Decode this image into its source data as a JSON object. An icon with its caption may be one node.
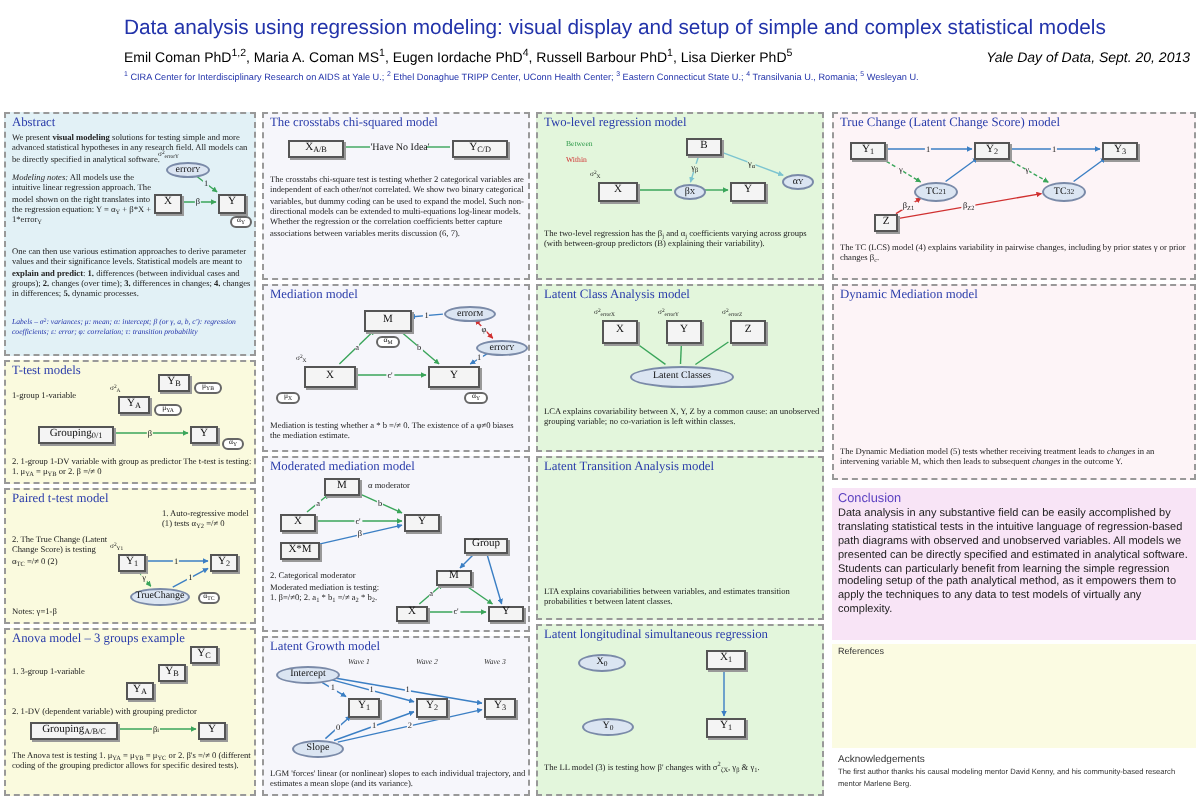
{
  "diagram": {
    "title": "Data analysis using regression modeling: visual display and setup of simple and complex statistical models",
    "nodes": [
      {
        "text": [
          "Abstract",
          "We present **visual modeling** solutions for testing simple and more advanced statistical hypotheses in any research field. All models can be directly specified in analytical software.",
          "*Modeling notes:* All models use the intuitive linear regression approach. The model shown on the right translates into the regression equation: Y = α$_{Y}$ + β*X + 1*error$_{Y}$",
          "One can then use various estimation approaches to derive parameter values and their significance levels. Statistical models are meant to **explain and predict**: **1.** differences (between individual cases and groups); **2.** changes (over time); **3.** differences in changes; **4.** changes in differences; **5.** dynamic processes.",
          "Labels – σ$^{2}$: variances; μ: mean; α: intercept; β (or γ, a, b, c'): regression coefficients; ε: error; φ: correlation; τ: transition probability"
        ]
      },
      {
        "text": [
          "X"
        ],
        "in": 0
      },
      {
        "text": [
          "Y"
        ],
        "in": 0
      },
      {
        "text": [
          "error$_{Y}$"
        ],
        "in": 0,
        "beside": [
          "σ$^{2}$$_{errorY}$"
        ]
      },
      {
        "text": [
          "α$_{Y}$"
        ],
        "in": 0
      },
      {
        "text": [
          "T-test models",
          "1-group 1-variable",
          "2. 1-group 1-DV variable with group as predictor The t-test is testing: 1. μ$_{YA}$ = μ$_{YB}$ or 2. β =/≠ 0"
        ]
      },
      {
        "text": [
          "Y$_{B}$"
        ],
        "in": 5
      },
      {
        "text": [
          "μ$_{YB}$"
        ],
        "in": 5
      },
      {
        "text": [
          "Y$_{A}$"
        ],
        "in": 5,
        "beside": [
          "σ$^{2}$$_{A}$"
        ]
      },
      {
        "text": [
          "μ$_{YA}$"
        ],
        "in": 5
      },
      {
        "text": [
          "Grouping$_{0/1}$"
        ],
        "in": 5
      },
      {
        "text": [
          "Y"
        ],
        "in": 5
      },
      {
        "text": [
          "α$_{Y}$"
        ],
        "in": 5
      },
      {
        "text": [
          "Paired t-test model",
          "1. Auto-regressive model (1) tests α$_{Y2}$ =/≠ 0",
          "2. The True Change (Latent Change Score) is testing α$_{TC}$ =/≠ 0 (2)",
          "Notes: γ=1-β"
        ]
      },
      {
        "text": [
          "Y$_{1}$"
        ],
        "in": 13,
        "beside": [
          "σ$^{2}$$_{Y1}$"
        ]
      },
      {
        "text": [
          "Y$_{2}$"
        ],
        "in": 13
      },
      {
        "text": [
          "TrueChange"
        ],
        "in": 13
      },
      {
        "text": [
          "α$_{TC}$"
        ],
        "in": 13
      },
      {
        "text": [
          "Anova model – 3 groups example",
          "1. 3-group 1-variable",
          "2. 1-DV (dependent variable) with grouping predictor",
          "The Anova test is testing 1. μ$_{YA}$ = μ$_{YB}$ = μ$_{YC}$ or 2. β's =/≠ 0 (different coding of the grouping predictor allows for specific desired tests)."
        ]
      },
      {
        "text": [
          "Y$_{C}$"
        ],
        "in": 18
      },
      {
        "text": [
          "Y$_{B}$"
        ],
        "in": 18
      },
      {
        "text": [
          "Y$_{A}$"
        ],
        "in": 18
      },
      {
        "text": [
          "Grouping$_{A/B/C}$"
        ],
        "in": 18
      },
      {
        "text": [
          "Y"
        ],
        "in": 18
      },
      {
        "text": [
          "The crosstabs chi-squared model",
          "The crosstabs chi-square test is testing whether 2 categorical variables are independent of each other/not correlated. We show two binary categorical variables, but dummy coding can be used to expand the model. Such non-directional models can be extended to multi-equations log-linear models. Whether the regression or the correlation coefficients better capture associations between variables merits discussion (6, 7)."
        ]
      },
      {
        "text": [
          "X$_{A/B}$"
        ],
        "in": 24
      },
      {
        "text": [
          "'Have No Idea'"
        ],
        "in": 24
      },
      {
        "text": [
          "Y$_{C/D}$"
        ],
        "in": 24
      },
      {
        "text": [
          "Mediation model",
          "Mediation is testing whether a * b =/≠ 0. The existence of a φ≠0 biases the mediation estimate."
        ]
      },
      {
        "text": [
          "M"
        ],
        "in": 28
      },
      {
        "text": [
          "α$_{M}$"
        ],
        "in": 28
      },
      {
        "text": [
          "X"
        ],
        "in": 28,
        "beside": [
          "σ$^{2}$$_{X}$"
        ]
      },
      {
        "text": [
          "μ$_{X}$"
        ],
        "in": 28
      },
      {
        "text": [
          "Y"
        ],
        "in": 28
      },
      {
        "text": [
          "α$_{Y}$"
        ],
        "in": 28
      },
      {
        "text": [
          "error$_{M}$"
        ],
        "in": 28
      },
      {
        "text": [
          "error$_{Y}$"
        ],
        "in": 28
      },
      {
        "text": [
          "Moderated mediation model",
          "α moderator",
          "2. Categorical moderator",
          "Moderated mediation is testing: 1. β=/≠0; 2. a$_{1}$ * b$_{1}$ =/≠ a$_{2}$ * b$_{2}$."
        ]
      },
      {
        "text": [
          "M"
        ],
        "in": 37
      },
      {
        "text": [
          "X"
        ],
        "in": 37
      },
      {
        "text": [
          "Y"
        ],
        "in": 37
      },
      {
        "text": [
          "X*M"
        ],
        "in": 37
      },
      {
        "text": [
          "Group"
        ],
        "in": 37
      },
      {
        "text": [
          "M"
        ],
        "in": 37
      },
      {
        "text": [
          "X"
        ],
        "in": 37
      },
      {
        "text": [
          "Y"
        ],
        "in": 37
      },
      {
        "text": [
          "Latent Growth model",
          "Wave 1",
          "Wave 2",
          "Wave 3",
          "LGM 'forces' linear (or nonlinear) slopes to each individual trajectory, and estimates a mean slope (and its variance)."
        ]
      },
      {
        "text": [
          "Intercept"
        ],
        "in": 46
      },
      {
        "text": [
          "Slope"
        ],
        "in": 46
      },
      {
        "text": [
          "Y$_{1}$"
        ],
        "in": 46
      },
      {
        "text": [
          "Y$_{2}$"
        ],
        "in": 46
      },
      {
        "text": [
          "Y$_{3}$"
        ],
        "in": 46
      },
      {
        "text": [
          "Two-level regression model",
          "Between",
          "Within",
          "The two-level regression has the β$_{j}$ and α$_{j}$ coefficients varying across groups (with between-group predictors (B) explaining their variability)."
        ]
      },
      {
        "text": [
          "B"
        ],
        "in": 52
      },
      {
        "text": [
          "X"
        ],
        "in": 52,
        "beside": [
          "σ$^{2}$$_{X}$"
        ]
      },
      {
        "text": [
          "β$_{X}$"
        ],
        "in": 52
      },
      {
        "text": [
          "Y"
        ],
        "in": 52
      },
      {
        "text": [
          "α$_{Y}$"
        ],
        "in": 52
      },
      {
        "text": [
          "Latent Class Analysis model",
          "LCA explains covariability between X, Y, Z by a common cause: an unobserved grouping variable; no co-variation is left within classes."
        ]
      },
      {
        "text": [
          "X"
        ],
        "in": 58,
        "beside": [
          "σ$^{2}$$_{errorX}$"
        ]
      },
      {
        "text": [
          "Y"
        ],
        "in": 58,
        "beside": [
          "σ$^{2}$$_{errorY}$"
        ]
      },
      {
        "text": [
          "Z"
        ],
        "in": 58,
        "beside": [
          "σ$^{2}$$_{errorZ}$"
        ]
      },
      {
        "text": [
          "Latent Classes"
        ],
        "in": 58
      },
      {
        "text": [
          "Latent Transition Analysis model",
          "LTA explains covariabilities between variables, and estimates transition probabilities τ between latent classes."
        ]
      },
      {
        "text": [
          "Latent longitudinal simultaneous regression",
          "The LL model (3) is testing how β' changes with σ$^{2}$$_{ζX}$, γ$_{β}$ & γ$_{1}$."
        ]
      },
      {
        "text": [
          "X$_{0}$"
        ],
        "in": 64
      },
      {
        "text": [
          "Y$_{0}$"
        ],
        "in": 64
      },
      {
        "text": [
          "X$_{1}$"
        ],
        "in": 64
      },
      {
        "text": [
          "Y$_{1}$"
        ],
        "in": 64
      },
      {
        "text": [
          "True Change (Latent Change Score) model",
          "The TC (LCS) model (4) explains variability in pairwise changes, including by prior states γ or prior changes β$_{c}$."
        ]
      },
      {
        "text": [
          "Y$_{1}$"
        ],
        "in": 69
      },
      {
        "text": [
          "Y$_{2}$"
        ],
        "in": 69
      },
      {
        "text": [
          "Y$_{3}$"
        ],
        "in": 69
      },
      {
        "text": [
          "TC$_{21}$"
        ],
        "in": 69
      },
      {
        "text": [
          "TC$_{32}$"
        ],
        "in": 69
      },
      {
        "text": [
          "Z"
        ],
        "in": 69
      },
      {
        "text": [
          "Dynamic Mediation model",
          "The Dynamic Mediation model (5) tests whether receiving treatment leads to *changes* in an intervening variable M, which then leads to subsequent *changes* in the outcome Y."
        ]
      },
      {
        "text": [
          "Conclusion",
          "Data analysis in any substantive field can be easily accomplished by translating statistical tests in the intuitive language of regression-based path diagrams with observed and unobserved variables. All models we presented can be directly specified and estimated in analytical software. Students can particularly benefit from learning the simple regression modeling setup of the path analytical method, as it empowers them to apply the techniques to any data to test models of virtually any complexity."
        ]
      },
      {
        "text": [
          "References"
        ]
      },
      {
        "text": [
          "Acknowledgements",
          "The first author thanks his causal modeling mentor David Kenny, and his community-based research mentor Marlene Berg."
        ]
      }
    ],
    "edges": [
      {
        "from": 1,
        "to": 2,
        "arrow": "to",
        "label": "β"
      },
      {
        "from": 3,
        "to": 2,
        "arrow": "to",
        "label": "1"
      },
      {
        "from": 10,
        "to": 11,
        "arrow": "to",
        "label": "β"
      },
      {
        "from": 14,
        "to": 15,
        "arrow": "to",
        "label": "1",
        "color": "#3b7fc4"
      },
      {
        "from": 16,
        "to": 15,
        "arrow": "to",
        "label": "1",
        "color": "#3b7fc4"
      },
      {
        "from": 14,
        "to": 16,
        "arrow": "to",
        "label": "γ"
      },
      {
        "from": 22,
        "to": 23,
        "arrow": "to",
        "label": "β$_{i}$"
      },
      {
        "from": 25,
        "to": 26,
        "arrow": "none"
      },
      {
        "from": 26,
        "to": 27,
        "arrow": "none"
      },
      {
        "from": 31,
        "to": 29,
        "arrow": "to",
        "label": "a"
      },
      {
        "from": 29,
        "to": 33,
        "arrow": "to",
        "label": "b"
      },
      {
        "from": 31,
        "to": 33,
        "arrow": "to",
        "label": "c'"
      },
      {
        "from": 35,
        "to": 29,
        "arrow": "to",
        "label": "1",
        "color": "#3b7fc4"
      },
      {
        "from": 36,
        "to": 33,
        "arrow": "to",
        "label": "1",
        "color": "#3b7fc4"
      },
      {
        "from": 35,
        "to": 36,
        "arrow": "both",
        "label": "φ",
        "color": "#d03030"
      },
      {
        "from": 39,
        "to": 38,
        "arrow": "to",
        "label": "a"
      },
      {
        "from": 38,
        "to": 40,
        "arrow": "to",
        "label": "b"
      },
      {
        "from": 39,
        "to": 40,
        "arrow": "to",
        "label": "c'"
      },
      {
        "from": 41,
        "to": 40,
        "arrow": "to",
        "label": "β",
        "color": "#3b7fc4"
      },
      {
        "from": 44,
        "to": 43,
        "arrow": "to",
        "label": "a"
      },
      {
        "from": 43,
        "to": 45,
        "arrow": "to"
      },
      {
        "from": 44,
        "to": 45,
        "arrow": "to",
        "label": "c'"
      },
      {
        "from": 42,
        "to": 43,
        "arrow": "to",
        "color": "#3b7fc4"
      },
      {
        "from": 42,
        "to": 45,
        "arrow": "to",
        "color": "#3b7fc4"
      },
      {
        "from": 47,
        "to": 49,
        "arrow": "to",
        "label": "1",
        "color": "#3b7fc4"
      },
      {
        "from": 47,
        "to": 50,
        "arrow": "to",
        "label": "1",
        "color": "#3b7fc4"
      },
      {
        "from": 47,
        "to": 51,
        "arrow": "to",
        "label": "1",
        "color": "#3b7fc4"
      },
      {
        "from": 48,
        "to": 49,
        "arrow": "to",
        "label": "0",
        "color": "#3b7fc4"
      },
      {
        "from": 48,
        "to": 50,
        "arrow": "to",
        "label": "1",
        "color": "#3b7fc4"
      },
      {
        "from": 48,
        "to": 51,
        "arrow": "to",
        "label": "2",
        "color": "#3b7fc4"
      },
      {
        "from": 54,
        "to": 55,
        "arrow": "none"
      },
      {
        "from": 55,
        "to": 56,
        "arrow": "to"
      },
      {
        "from": 53,
        "to": 55,
        "arrow": "to",
        "label": "γ$_{β}$",
        "color": "#7cc4d0"
      },
      {
        "from": 53,
        "to": 57,
        "arrow": "to",
        "label": "γ$_{α}$",
        "color": "#7cc4d0"
      },
      {
        "from": 62,
        "to": 59,
        "arrow": "none"
      },
      {
        "from": 62,
        "to": 60,
        "arrow": "none"
      },
      {
        "from": 62,
        "to": 61,
        "arrow": "none"
      },
      {
        "from": 67,
        "to": 68,
        "arrow": "to",
        "color": "#3b7fc4"
      },
      {
        "from": 70,
        "to": 71,
        "arrow": "to",
        "label": "1",
        "color": "#3b7fc4"
      },
      {
        "from": 71,
        "to": 72,
        "arrow": "to",
        "label": "1",
        "color": "#3b7fc4"
      },
      {
        "from": 73,
        "to": 71,
        "arrow": "to",
        "color": "#3b7fc4"
      },
      {
        "from": 74,
        "to": 72,
        "arrow": "to",
        "color": "#3b7fc4"
      },
      {
        "from": 70,
        "to": 73,
        "arrow": "to",
        "label": "γ",
        "style": "dashed"
      },
      {
        "from": 71,
        "to": 74,
        "arrow": "to",
        "label": "γ",
        "style": "dashed"
      },
      {
        "from": 75,
        "to": 73,
        "arrow": "to",
        "label": "β$_{Z1}$",
        "color": "#d03030"
      },
      {
        "from": 75,
        "to": 74,
        "arrow": "to",
        "label": "β$_{Z2}$",
        "color": "#d03030"
      }
    ],
    "labels": [
      "Emil Coman PhD$^{1,2}$, Maria A. Coman MS$^{1}$, Eugen Iordache PhD$^{4}$, Russell Barbour PhD$^{1}$, Lisa Dierker PhD$^{5}$",
      "Yale Day of Data, Sept. 20, 2013",
      "$^{1}$ CIRA Center for Interdisciplinary Research on AIDS at Yale U.; $^{2}$ Ethel Donaghue TRIPP Center, UConn Health Center; $^{3}$ Eastern Connecticut State U.; $^{4}$ Transilvania U., Romania; $^{5}$ Wesleyan U."
    ]
  }
}
